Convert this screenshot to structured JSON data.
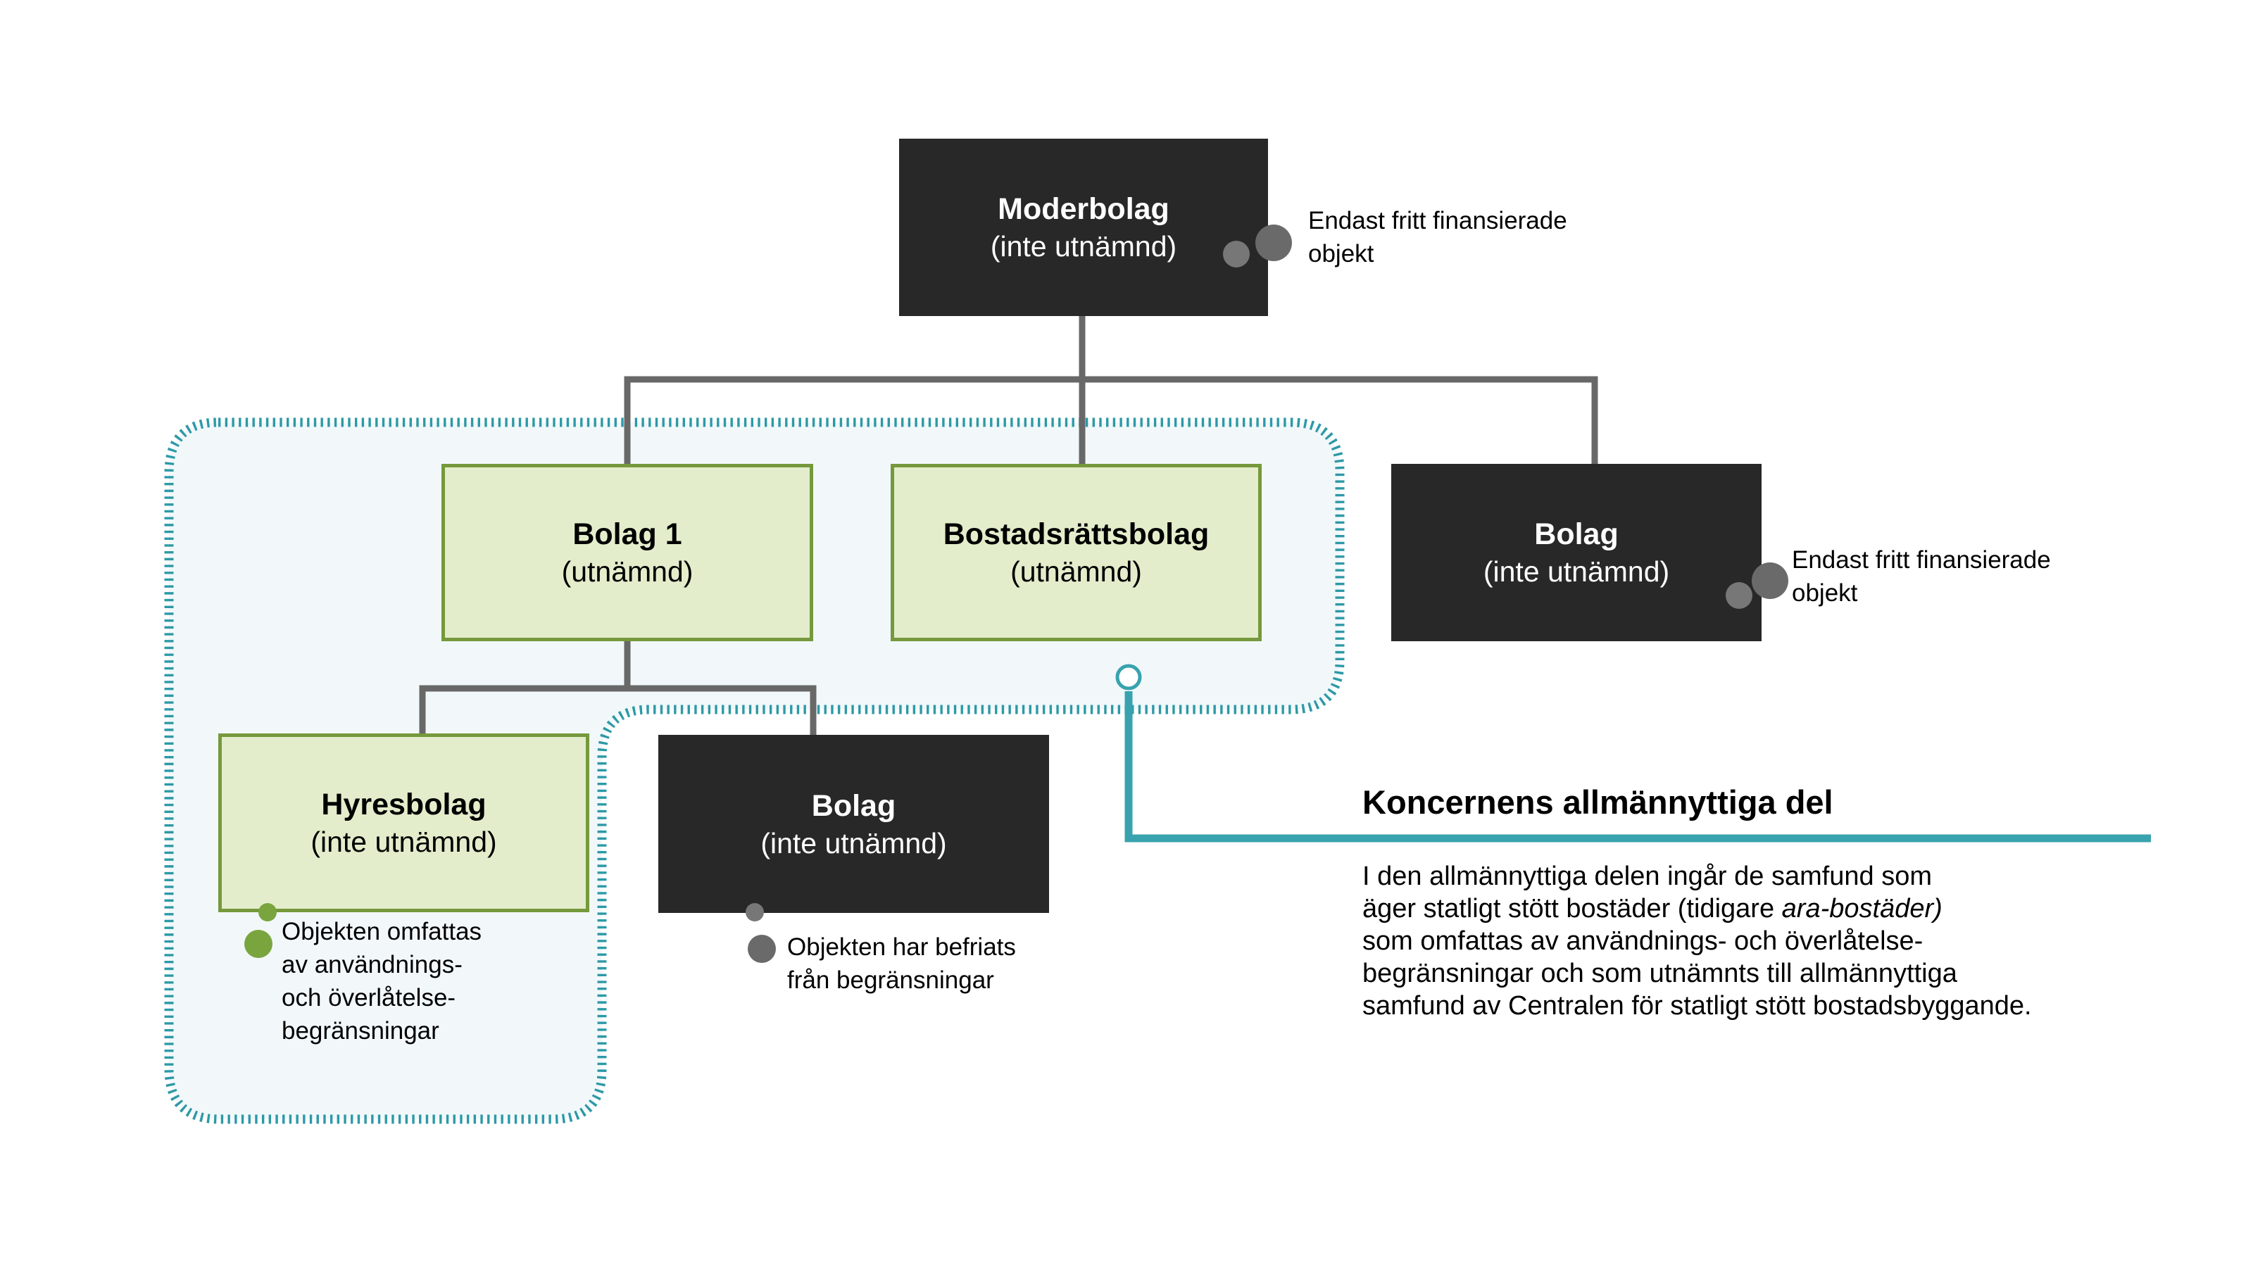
{
  "colors": {
    "teal": "#38a3ae",
    "dash_teal": "#2d99a6",
    "region_bg": "#f2f8fa",
    "box_dark": "#282828",
    "box_dark_text": "#ffffff",
    "box_green_bg": "#e3edcb",
    "box_green_border": "#75993c",
    "line_gray": "#686868",
    "dot_gray_large": "#6a6a6a",
    "dot_gray_small": "#777777",
    "dot_green": "#7aa53e",
    "text_dark": "#000000"
  },
  "boxes": {
    "moderbolag": {
      "title": "Moderbolag",
      "subtitle": "(inte utnämnd)"
    },
    "bolag1": {
      "title": "Bolag 1",
      "subtitle": "(utnämnd)"
    },
    "bostadsrattsbolag": {
      "title": "Bostadsrättsbolag",
      "subtitle": "(utnämnd)"
    },
    "bolag_fritt": {
      "title": "Bolag",
      "subtitle": "(inte utnämnd)"
    },
    "hyresbolag": {
      "title": "Hyresbolag",
      "subtitle": "(inte utnämnd)"
    },
    "bolag_befriat": {
      "title": "Bolag",
      "subtitle": "(inte utnämnd)"
    }
  },
  "annotations": {
    "moderbolag_note": "Endast fritt finansierade\nobjekt",
    "bolag_fritt_note": "Endast fritt finansierade\nobjekt",
    "hyresbolag_note": "Objekten omfattas\nav användnings-\noch överlåtelse-\nbegränsningar",
    "bolag_befriat_note": "Objekten har befriats\nfrån begränsningar"
  },
  "legend": {
    "heading": "Koncernens allmännyttiga del",
    "para_line1": "I den allmännyttiga delen ingår de samfund som",
    "para_line2_pre": "äger statligt stött bostäder (tidigare ",
    "para_line2_italic": "ara-bostäder)",
    "para_line3": "som omfattas av användnings- och överlåtelse-",
    "para_line4": "begränsningar och som utnämnts till allmännyttiga",
    "para_line5": "samfund av Centralen för statligt stött bostadsbyggande."
  }
}
